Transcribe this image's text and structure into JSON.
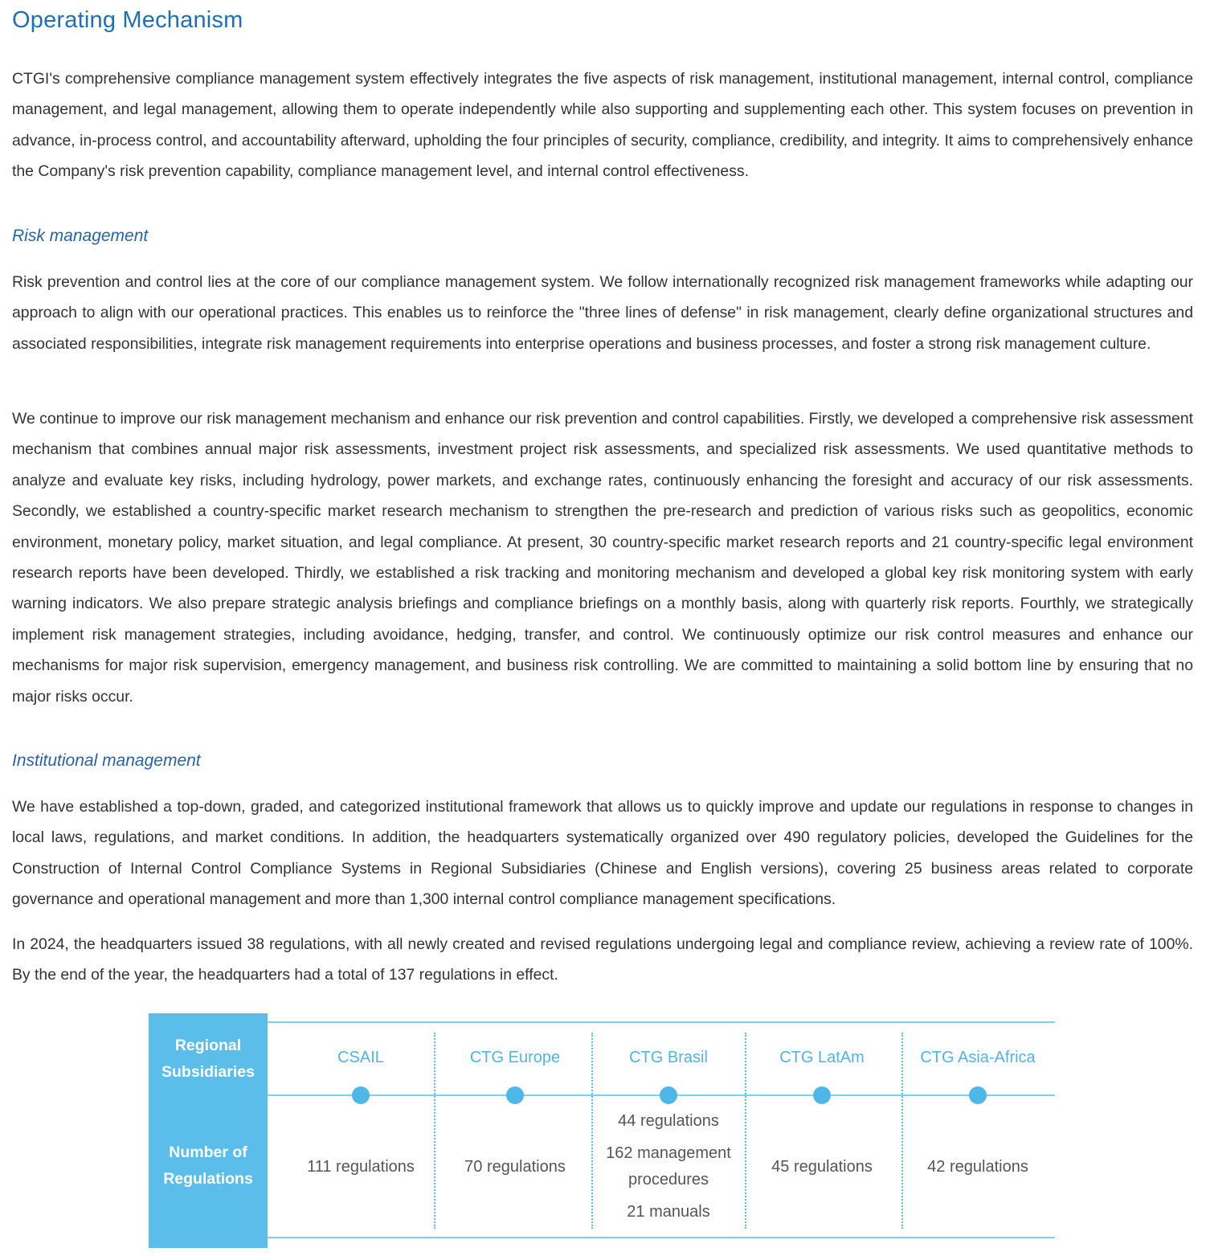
{
  "title": "Operating Mechanism",
  "intro": "CTGI's comprehensive compliance management system effectively integrates the five aspects of risk management, institutional management, internal control, compliance management, and legal management, allowing them to operate independently while also supporting and supplementing each other. This system focuses on prevention in advance, in-process control, and accountability afterward, upholding the four principles of security, compliance, credibility, and integrity. It aims to comprehensively enhance the Company's risk prevention capability, compliance management level, and internal control effectiveness.",
  "sections": [
    {
      "heading": "Risk management",
      "paragraphs": [
        "Risk prevention and control lies at the core of our compliance management system. We follow internationally recognized risk management frameworks while adapting our approach to align with our operational practices. This enables us to reinforce the \"three lines of defense\" in risk management, clearly define organizational structures and associated responsibilities, integrate risk management requirements into enterprise operations and business processes, and foster a strong risk management culture.",
        "We continue to improve our risk management mechanism and enhance our risk prevention and control capabilities. Firstly, we developed a comprehensive risk assessment mechanism that combines annual major risk assessments, investment project risk assessments, and specialized risk assessments. We used quantitative methods to analyze and evaluate key risks, including hydrology, power markets, and exchange rates, continuously enhancing the foresight and accuracy of our risk assessments. Secondly, we established a country-specific market research mechanism to strengthen the pre-research and prediction of various risks such as geopolitics, economic environment, monetary policy, market situation, and legal compliance. At present, 30 country-specific market research reports and 21 country-specific legal environment research reports have been developed. Thirdly, we established a risk tracking and monitoring mechanism and developed a global key risk monitoring system with early warning indicators. We also prepare strategic analysis briefings and compliance briefings on a monthly basis, along with quarterly risk reports. Fourthly, we strategically implement risk management strategies, including avoidance, hedging, transfer, and control. We continuously optimize our risk control measures and enhance our mechanisms for major risk supervision, emergency management, and business risk controlling. We are committed to maintaining a solid bottom line by ensuring that no major risks occur."
      ]
    },
    {
      "heading": "Institutional management",
      "paragraphs": [
        "We have established a top-down, graded, and categorized institutional framework that allows us to quickly improve and update our regulations in response to changes in local laws, regulations, and market conditions. In addition, the headquarters systematically organized over 490 regulatory policies, developed the Guidelines for the Construction of Internal Control Compliance Systems in Regional Subsidiaries (Chinese and English versions), covering 25 business areas related to corporate governance and operational management and more than 1,300 internal control compliance management specifications.",
        "In 2024, the headquarters issued 38 regulations, with all newly created and revised regulations undergoing legal and compliance review, achieving a review rate of 100%. By the end of the year, the headquarters had a total of 137 regulations in effect."
      ]
    }
  ],
  "figure": {
    "row_label_top_1": "Regional",
    "row_label_top_2": "Subsidiaries",
    "row_label_bottom_1": "Number of",
    "row_label_bottom_2": "Regulations",
    "subsidiaries": [
      {
        "name": "CSAIL",
        "count": "111 regulations"
      },
      {
        "name": "CTG Europe",
        "count": "70 regulations"
      },
      {
        "name": "CTG Brasil",
        "lines": [
          "44 regulations",
          "162 management",
          "procedures",
          "21 manuals"
        ]
      },
      {
        "name": "CTG LatAm",
        "count": "45 regulations"
      },
      {
        "name": "CTG Asia-Africa",
        "count": "42 regulations"
      }
    ],
    "colors": {
      "accent": "#5bbdea",
      "line": "#7fd0ee",
      "dot": "#4fb6e8",
      "region_text": "#4fb4e6",
      "title": "#1e6fba",
      "heading": "#2763ad"
    }
  }
}
